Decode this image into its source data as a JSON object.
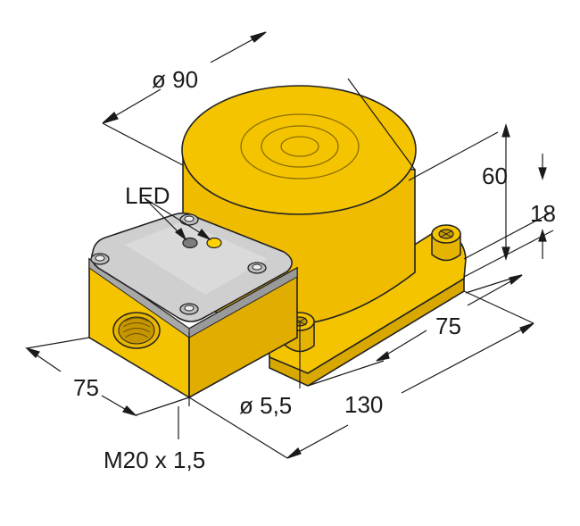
{
  "colors": {
    "housing_yellow": "#f5c400",
    "housing_shadow": "#d9a800",
    "housing_dark": "#b88c00",
    "terminal_grey": "#c8c8c8",
    "terminal_dark": "#8c8c8c",
    "led_grey": "#7d7d7d",
    "led_yellow": "#ffd200",
    "dimension_line": "#1a1a1a"
  },
  "labels": {
    "led": "LED",
    "diameter_top": "ø 90",
    "height_total": "60",
    "height_base": "18",
    "width_terminal": "75",
    "depth_base": "75",
    "length_base": "130",
    "hole_diameter": "ø 5,5",
    "thread": "M20 x 1,5"
  }
}
